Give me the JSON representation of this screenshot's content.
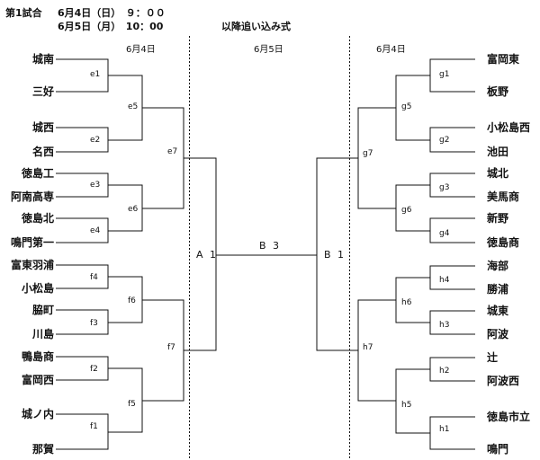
{
  "header": {
    "match": "第1試合",
    "date1": "6月4日（日）　９：００",
    "date2": "6月5日（月）　10：00",
    "note": "以降追い込み式"
  },
  "days": {
    "left": "6月4日",
    "center": "6月5日",
    "right": "6月4日"
  },
  "left_teams": [
    "城南",
    "三好",
    "城西",
    "名西",
    "徳島工",
    "阿南高専",
    "徳島北",
    "鳴門第一",
    "富東羽浦",
    "小松島",
    "脇町",
    "川島",
    "鴨島商",
    "富岡西",
    "城ノ内",
    "那賀"
  ],
  "right_teams": [
    "富岡東",
    "板野",
    "小松島西",
    "池田",
    "城北",
    "美馬商",
    "新野",
    "徳島商",
    "海部",
    "勝浦",
    "城東",
    "阿波",
    "辻",
    "阿波西",
    "徳島市立",
    "鳴門"
  ],
  "games": {
    "e1": "e1",
    "e2": "e2",
    "e3": "e3",
    "e4": "e4",
    "e5": "e5",
    "e6": "e6",
    "e7": "e7",
    "f1": "f1",
    "f2": "f2",
    "f3": "f3",
    "f4": "f4",
    "f5": "f5",
    "f6": "f6",
    "f7": "f7",
    "g1": "g1",
    "g2": "g2",
    "g3": "g3",
    "g4": "g4",
    "g5": "g5",
    "g6": "g6",
    "g7": "g7",
    "h1": "h1",
    "h2": "h2",
    "h3": "h3",
    "h4": "h4",
    "h5": "h5",
    "h6": "h6",
    "h7": "h7",
    "A1": "A 1",
    "B1": "B 1",
    "B3": "B 3"
  }
}
